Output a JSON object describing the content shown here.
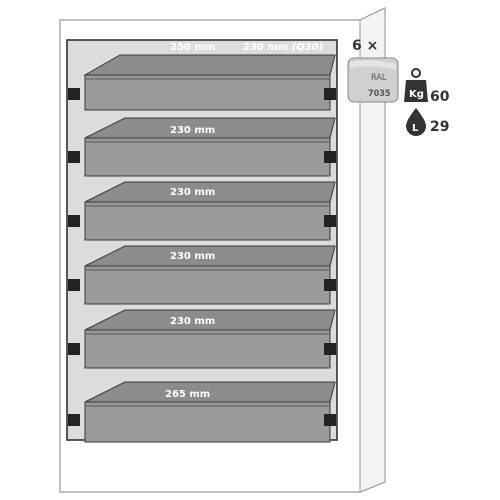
{
  "drawer_count_label": "6 ×",
  "ral": {
    "prefix": "RAL",
    "code": "7035"
  },
  "weight_icon_label": "Kg",
  "weight_value": "60",
  "volume_icon_label": "L",
  "volume_value": "29",
  "drawers": [
    {
      "label": "250 mm",
      "alt_label": "230 mm (Q30)"
    },
    {
      "label": "230 mm"
    },
    {
      "label": "230 mm"
    },
    {
      "label": "230 mm"
    },
    {
      "label": "230 mm"
    },
    {
      "label": "265 mm"
    }
  ],
  "colors": {
    "cabinet_body": "#ffffff",
    "cabinet_outline": "#9a9a9a",
    "interior": "#dcdcdc",
    "tray": "#8c8c8c",
    "tray_dark": "#5a5a5a",
    "ral_swatch": "#d0d0d0",
    "icon": "#333333"
  }
}
